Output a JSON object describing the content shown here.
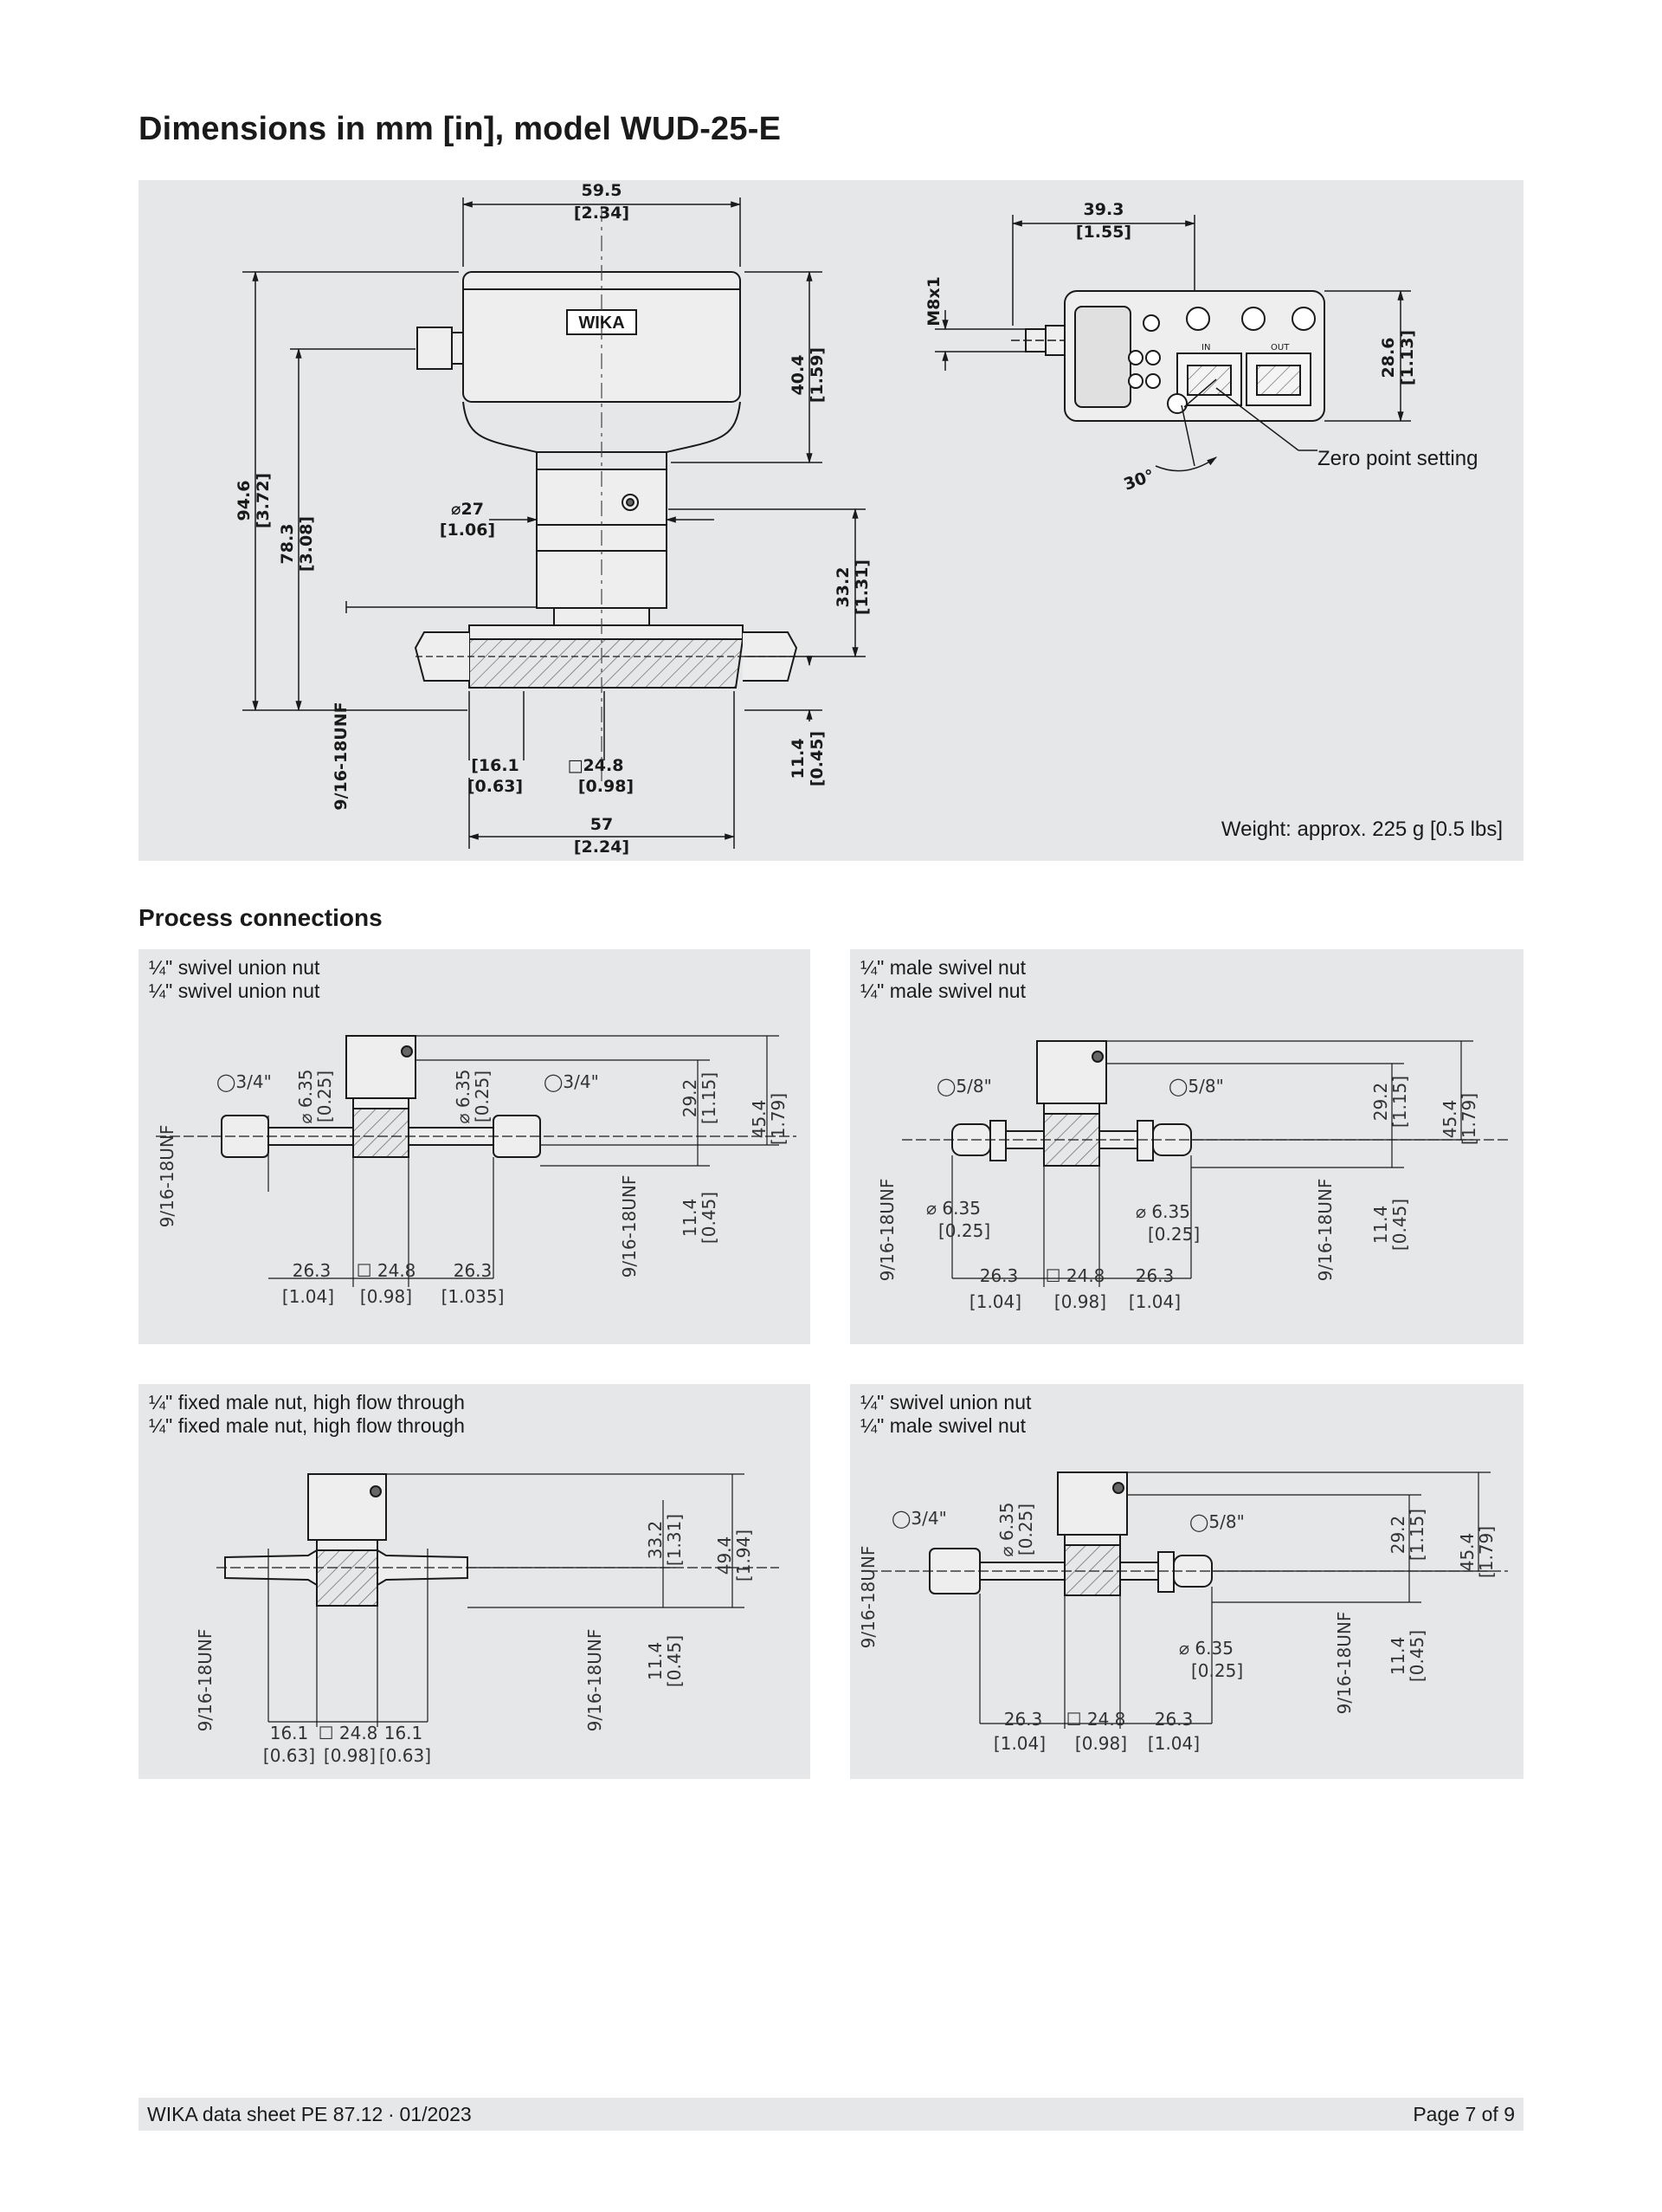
{
  "header": {
    "title": "Dimensions in mm [in], model WUD-25-E"
  },
  "main_drawing": {
    "logo_text": "WIKA",
    "dims": {
      "width_top": "59.5",
      "width_top_in": "[2.34]",
      "height_total": "94.6",
      "height_total_in": "[3.72]",
      "height_mid": "78.3",
      "height_mid_in": "[3.08]",
      "head_height": "40.4",
      "head_height_in": "[1.59]",
      "stem_dia": "⌀27",
      "stem_dia_in": "[1.06]",
      "body_height": "33.2",
      "body_height_in": "[1.31]",
      "bottom_height": "11.4",
      "bottom_height_in": "[0.45]",
      "thread": "9/16-18UNF",
      "offset": "[16.1",
      "offset_in": "[0.63]",
      "square": "□24.8",
      "square_in": "[0.98]",
      "width_bottom": "57",
      "width_bottom_in": "[2.24]"
    },
    "side": {
      "thread": "M8x1",
      "width": "39.3",
      "width_in": "[1.55]",
      "height": "28.6",
      "height_in": "[1.13]",
      "angle": "30°",
      "zero_point_label": "Zero point setting",
      "port_in": "IN",
      "port_out": "OUT"
    },
    "weight": "Weight: approx. 225 g [0.5 lbs]"
  },
  "process_connections": {
    "title": "Process connections",
    "items": [
      {
        "line1": "¼\" swivel union nut",
        "line2": "¼\" swivel union nut",
        "dims": {
          "nut_l": "◯3/4\"",
          "nut_r": "◯3/4\"",
          "dia_l": "⌀ 6.35",
          "dia_l_in": "[0.25]",
          "dia_r": "⌀ 6.35",
          "dia_r_in": "[0.25]",
          "h1": "29.2",
          "h1_in": "[1.15]",
          "h2": "45.4",
          "h2_in": "[1.79]",
          "h3": "11.4",
          "h3_in": "[0.45]",
          "thread_l": "9/16-18UNF",
          "thread_r": "9/16-18UNF",
          "w_l": "26.3",
          "w_l_in": "[1.04]",
          "sq": "☐ 24.8",
          "sq_in": "[0.98]",
          "w_r": "26.3",
          "w_r_in": "[1.035]"
        }
      },
      {
        "line1": "¼\" male swivel nut",
        "line2": "¼\" male swivel nut",
        "dims": {
          "nut_l": "◯5/8\"",
          "nut_r": "◯5/8\"",
          "dia_l": "⌀ 6.35",
          "dia_l_in": "[0.25]",
          "dia_r": "⌀ 6.35",
          "dia_r_in": "[0.25]",
          "h1": "29.2",
          "h1_in": "[1.15]",
          "h2": "45.4",
          "h2_in": "[1.79]",
          "h3": "11.4",
          "h3_in": "[0.45]",
          "thread_l": "9/16-18UNF",
          "thread_r": "9/16-18UNF",
          "w_l": "26.3",
          "w_l_in": "[1.04]",
          "sq": "☐ 24.8",
          "sq_in": "[0.98]",
          "w_r": "26.3",
          "w_r_in": "[1.04]"
        }
      },
      {
        "line1": "¼\" fixed male nut, high flow through",
        "line2": "¼\" fixed male nut, high flow through",
        "dims": {
          "h1": "33.2",
          "h1_in": "[1.31]",
          "h2": "49.4",
          "h2_in": "[1.94]",
          "h3": "11.4",
          "h3_in": "[0.45]",
          "thread_l": "9/16-18UNF",
          "thread_r": "9/16-18UNF",
          "w_l": "16.1",
          "w_l_in": "[0.63]",
          "sq": "☐ 24.8",
          "sq_in": "[0.98]",
          "w_r": "16.1",
          "w_r_in": "[0.63]"
        }
      },
      {
        "line1": "¼\" swivel union nut",
        "line2": "¼\" male swivel nut",
        "dims": {
          "nut_l": "◯3/4\"",
          "nut_r": "◯5/8\"",
          "dia_l": "⌀ 6.35",
          "dia_l_in": "[0.25]",
          "dia_r": "⌀ 6.35",
          "dia_r_in": "[0.25]",
          "h1": "29.2",
          "h1_in": "[1.15]",
          "h2": "45.4",
          "h2_in": "[1.79]",
          "h3": "11.4",
          "h3_in": "[0.45]",
          "thread_l": "9/16-18UNF",
          "thread_r": "9/16-18UNF",
          "w_l": "26.3",
          "w_l_in": "[1.04]",
          "sq": "☐ 24.8",
          "sq_in": "[0.98]",
          "w_r": "26.3",
          "w_r_in": "[1.04]"
        }
      }
    ]
  },
  "footer": {
    "left": "WIKA data sheet PE 87.12 ∙ 01/2023",
    "right": "Page 7 of 9"
  }
}
